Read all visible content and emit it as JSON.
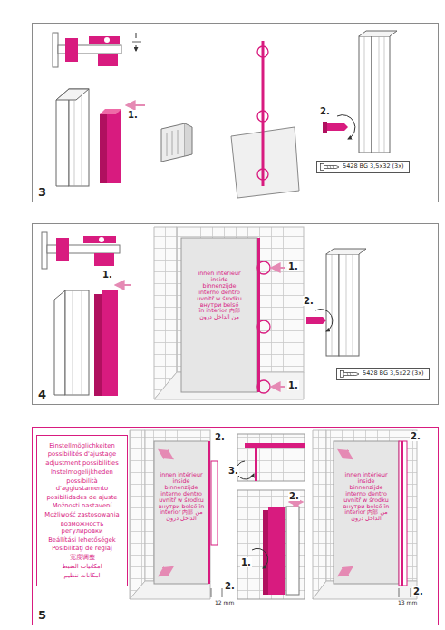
{
  "diagram": {
    "nodes": [
      {
        "text": [
          "3"
        ]
      },
      {
        "text": [
          "5428 BG 3,5x32 (3x)"
        ],
        "in": 0
      },
      {
        "text": [
          "4"
        ]
      },
      {
        "text": [
          "5428 BG 3,5x22 (3x)"
        ],
        "in": 2
      },
      {
        "text": [
          "5"
        ]
      },
      {
        "text": [
          "Einstellmöglichkeiten",
          "possibilités d'ajustage",
          "adjustment possibilities",
          "Instelmogelijkheden",
          "possibilità d'aggiustamento",
          "posibilidades de ajuste",
          "Možnosti nastavení",
          "Możliwość zastosowania",
          "возможность регулировки",
          "Beállítási lehetőségek",
          "Posibilități de reglaj",
          "宽度调整",
          "امکانیات الضبط",
          "امکانات تنظیم"
        ],
        "in": 4
      }
    ],
    "labels": [
      "1.",
      "2.",
      "1.",
      "innen intérieur inside binnenzijde interno dentro uvnitř w środku внутри belső în interior 内部 من الداخل درون",
      "1.",
      "1.",
      "2.",
      "innen intérieur inside binnenzijde interno dentro uvnitř w środku внутри belső în interior 内部 من الداخل درون",
      "2.",
      "3.",
      "2.",
      "1.",
      "2.",
      "12 mm",
      "innen intérieur inside binnenzijde interno dentro uvnitř w środku внутри belső în interior 内部 من الداخل درون",
      "2.",
      "2.",
      "13 mm"
    ]
  }
}
